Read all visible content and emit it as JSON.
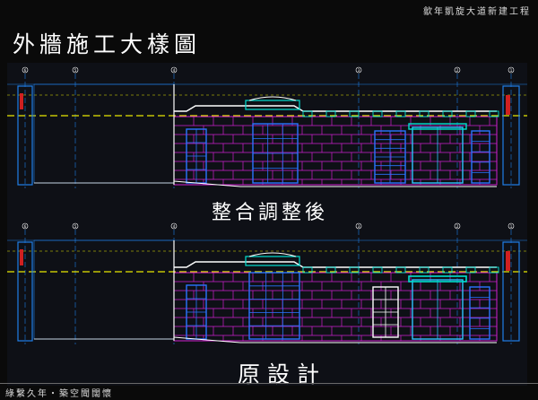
{
  "header": {
    "title": "歙年凱旋大道新建工程"
  },
  "page": {
    "title": "外牆施工大樣圖"
  },
  "captions": {
    "top": "整合調整後",
    "bottom": "原設計"
  },
  "footer": {
    "text": "綠繫久年・築空聞闊懷"
  },
  "drawing": {
    "grid_labels": [
      "6",
      "5",
      "4",
      "3",
      "2",
      "1"
    ],
    "colors": {
      "wall_grid": "#d020d0",
      "structure": "#1f7fe8",
      "window": "#2a74ff",
      "glass": "#2ec4ff",
      "level_line": "#e8e800",
      "outline": "#ffffff",
      "accent": "#00e0d0"
    }
  }
}
